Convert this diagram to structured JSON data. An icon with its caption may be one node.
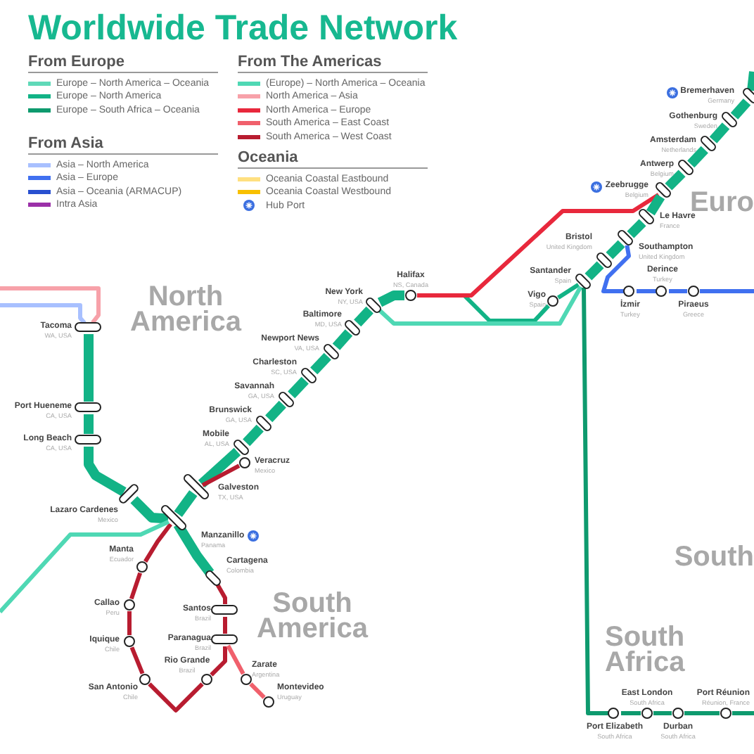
{
  "diagram": {
    "title": "Worldwide Trade Network",
    "nodes": [
      {
        "text": [
          "Tacoma"
        ],
        "beside": [
          "WA, USA"
        ]
      },
      {
        "text": [
          "Port Hueneme"
        ],
        "beside": [
          "CA, USA"
        ]
      },
      {
        "text": [
          "Long Beach"
        ],
        "beside": [
          "CA, USA"
        ]
      },
      {
        "text": [
          "Lazaro Cardenes"
        ],
        "beside": [
          "Mexico"
        ]
      },
      {
        "text": [
          "New York"
        ],
        "beside": [
          "NY, USA"
        ]
      },
      {
        "text": [
          "Baltimore"
        ],
        "beside": [
          "MD, USA"
        ]
      },
      {
        "text": [
          "Newport News"
        ],
        "beside": [
          "VA, USA"
        ]
      },
      {
        "text": [
          "Charleston"
        ],
        "beside": [
          "SC, USA"
        ]
      },
      {
        "text": [
          "Savannah"
        ],
        "beside": [
          "GA, USA"
        ]
      },
      {
        "text": [
          "Brunswick"
        ],
        "beside": [
          "GA, USA"
        ]
      },
      {
        "text": [
          "Mobile"
        ],
        "beside": [
          "AL, USA"
        ]
      },
      {
        "text": [
          "Veracruz"
        ],
        "beside": [
          "Mexico"
        ]
      },
      {
        "text": [
          "Galveston"
        ],
        "beside": [
          "TX, USA"
        ]
      },
      {
        "text": [
          "Manzanillo"
        ],
        "beside": [
          "Panama"
        ]
      },
      {
        "text": [
          "Manta"
        ],
        "beside": [
          "Ecuador"
        ]
      },
      {
        "text": [
          "Cartagena"
        ],
        "beside": [
          "Colombia"
        ]
      },
      {
        "text": [
          "Callao"
        ],
        "beside": [
          "Peru"
        ]
      },
      {
        "text": [
          "Santos"
        ],
        "beside": [
          "Brazil"
        ]
      },
      {
        "text": [
          "Iquique"
        ],
        "beside": [
          "Chile"
        ]
      },
      {
        "text": [
          "Paranagua"
        ],
        "beside": [
          "Brazil"
        ]
      },
      {
        "text": [
          "San Antonio"
        ],
        "beside": [
          "Chile"
        ]
      },
      {
        "text": [
          "Rio Grande"
        ],
        "beside": [
          "Brazil"
        ]
      },
      {
        "text": [
          "Zarate"
        ],
        "beside": [
          "Argentina"
        ]
      },
      {
        "text": [
          "Montevideo"
        ],
        "beside": [
          "Uruguay"
        ]
      },
      {
        "text": [
          "Halifax"
        ],
        "beside": [
          "NS, Canada"
        ]
      },
      {
        "text": [
          "Vigo"
        ],
        "beside": [
          "Spain"
        ]
      },
      {
        "text": [
          "Santander"
        ],
        "beside": [
          "Spain"
        ]
      },
      {
        "text": [
          "Bristol"
        ],
        "beside": [
          "United Kingdom"
        ]
      },
      {
        "text": [
          "Southampton"
        ],
        "beside": [
          "United Kingdom"
        ]
      },
      {
        "text": [
          "Le Havre"
        ],
        "beside": [
          "France"
        ]
      },
      {
        "text": [
          "Zeebrugge"
        ],
        "beside": [
          "Belgium"
        ]
      },
      {
        "text": [
          "Antwerp"
        ],
        "beside": [
          "Belgium"
        ]
      },
      {
        "text": [
          "Amsterdam"
        ],
        "beside": [
          "Netherlands"
        ]
      },
      {
        "text": [
          "Gothenburg"
        ],
        "beside": [
          "Sweden"
        ]
      },
      {
        "text": [
          "Bremerhaven"
        ],
        "beside": [
          "Germany"
        ]
      },
      {
        "text": [
          "İzmir"
        ],
        "beside": [
          "Turkey"
        ]
      },
      {
        "text": [
          "Derince"
        ],
        "beside": [
          "Turkey"
        ]
      },
      {
        "text": [
          "Piraeus"
        ],
        "beside": [
          "Greece"
        ]
      },
      {
        "text": [
          "Port Elizabeth"
        ],
        "beside": [
          "South Africa"
        ]
      },
      {
        "text": [
          "East London"
        ],
        "beside": [
          "South Africa"
        ]
      },
      {
        "text": [
          "Durban"
        ],
        "beside": [
          "South Africa"
        ]
      },
      {
        "text": [
          "Port Réunion"
        ],
        "beside": [
          "Réunion, France"
        ]
      }
    ],
    "edges": [
      {
        "from": null,
        "to": 0,
        "arrow": "none",
        "color": "#f7a1a9"
      },
      {
        "from": null,
        "to": 0,
        "arrow": "none",
        "color": "#a8c0ff"
      },
      {
        "from": 0,
        "to": 1,
        "arrow": "none",
        "style": "thick"
      },
      {
        "from": 1,
        "to": 2,
        "arrow": "none",
        "style": "thick"
      },
      {
        "from": 2,
        "to": 3,
        "arrow": "none",
        "style": "thick"
      },
      {
        "from": 3,
        "to": 13,
        "arrow": "none",
        "style": "thick"
      },
      {
        "from": 4,
        "to": 5,
        "arrow": "none",
        "style": "thick"
      },
      {
        "from": 5,
        "to": 6,
        "arrow": "none",
        "style": "thick"
      },
      {
        "from": 6,
        "to": 7,
        "arrow": "none",
        "style": "thick"
      },
      {
        "from": 7,
        "to": 8,
        "arrow": "none",
        "style": "thick"
      },
      {
        "from": 8,
        "to": 9,
        "arrow": "none",
        "style": "thick"
      },
      {
        "from": 9,
        "to": 10,
        "arrow": "none",
        "style": "thick"
      },
      {
        "from": 10,
        "to": 12,
        "arrow": "none",
        "style": "thick"
      },
      {
        "from": 12,
        "to": 11,
        "arrow": "none",
        "color": "#b81c30"
      },
      {
        "from": 12,
        "to": 13,
        "arrow": "none",
        "style": "thick"
      },
      {
        "from": 13,
        "to": 15,
        "arrow": "none",
        "style": "thick"
      },
      {
        "from": 13,
        "to": 14,
        "arrow": "none",
        "color": "#b81c30"
      },
      {
        "from": 14,
        "to": 16,
        "arrow": "none",
        "color": "#b81c30"
      },
      {
        "from": 16,
        "to": 18,
        "arrow": "none",
        "color": "#b81c30"
      },
      {
        "from": 18,
        "to": 20,
        "arrow": "none",
        "color": "#b81c30"
      },
      {
        "from": 20,
        "to": 21,
        "arrow": "none",
        "color": "#b81c30"
      },
      {
        "from": 21,
        "to": 19,
        "arrow": "none",
        "color": "#b81c30"
      },
      {
        "from": 19,
        "to": 17,
        "arrow": "none",
        "color": "#b81c30"
      },
      {
        "from": 17,
        "to": 15,
        "arrow": "none",
        "color": "#b81c30"
      },
      {
        "from": 19,
        "to": 22,
        "arrow": "none",
        "color": "#f0606c"
      },
      {
        "from": 22,
        "to": 23,
        "arrow": "none",
        "color": "#f0606c"
      },
      {
        "from": 13,
        "to": null,
        "arrow": "none",
        "color": "#4fd8b4"
      },
      {
        "from": 4,
        "to": 24,
        "arrow": "none",
        "style": "thick"
      },
      {
        "from": 24,
        "to": 25,
        "arrow": "none"
      },
      {
        "from": 24,
        "to": 30,
        "arrow": "none",
        "color": "#e8283c"
      },
      {
        "from": 25,
        "to": 26,
        "arrow": "none"
      },
      {
        "from": 4,
        "to": 26,
        "arrow": "none",
        "color": "#4fd8b4"
      },
      {
        "from": 26,
        "to": 27,
        "arrow": "none",
        "style": "thick"
      },
      {
        "from": 27,
        "to": 28,
        "arrow": "none",
        "style": "thick"
      },
      {
        "from": 28,
        "to": 29,
        "arrow": "none",
        "style": "thick"
      },
      {
        "from": 29,
        "to": 30,
        "arrow": "none",
        "style": "thick"
      },
      {
        "from": 30,
        "to": 31,
        "arrow": "none",
        "style": "thick"
      },
      {
        "from": 31,
        "to": 32,
        "arrow": "none",
        "style": "thick"
      },
      {
        "from": 32,
        "to": 33,
        "arrow": "none",
        "style": "thick"
      },
      {
        "from": 33,
        "to": 34,
        "arrow": "none",
        "style": "thick"
      },
      {
        "from": 34,
        "to": null,
        "arrow": "none",
        "style": "thick"
      },
      {
        "from": 26,
        "to": 38,
        "arrow": "none",
        "color": "#0e9a6e"
      },
      {
        "from": 38,
        "to": 39,
        "arrow": "none",
        "color": "#0e9a6e"
      },
      {
        "from": 39,
        "to": 40,
        "arrow": "none",
        "color": "#0e9a6e"
      },
      {
        "from": 40,
        "to": 41,
        "arrow": "none",
        "color": "#0e9a6e"
      },
      {
        "from": 41,
        "to": null,
        "arrow": "none",
        "color": "#0e9a6e"
      },
      {
        "from": 28,
        "to": 35,
        "arrow": "none",
        "color": "#4070f0"
      },
      {
        "from": 35,
        "to": 36,
        "arrow": "none",
        "color": "#4070f0"
      },
      {
        "from": 36,
        "to": 37,
        "arrow": "none",
        "color": "#4070f0"
      },
      {
        "from": 37,
        "to": null,
        "arrow": "none",
        "color": "#4070f0"
      }
    ],
    "labels": [
      "From Europe",
      "From The Americas",
      "From Asia",
      "Oceania",
      "North America",
      "Euro",
      "South America",
      "South",
      "South Africa"
    ],
    "legend": [
      {
        "text": "Europe – North America – Oceania",
        "color": "#5fd9b8"
      },
      {
        "text": "Europe – North America",
        "color": "#12b386"
      },
      {
        "text": "Europe – South Africa – Oceania",
        "color": "#0e9a6e"
      },
      {
        "text": "(Europe) – North America – Oceania",
        "color": "#4fd8b4"
      },
      {
        "text": "North America – Asia",
        "color": "#f7a1a9"
      },
      {
        "text": "North America – Europe",
        "color": "#e8283c"
      },
      {
        "text": "South America – East Coast",
        "color": "#f0606c"
      },
      {
        "text": "South America – West Coast",
        "color": "#b81c30"
      },
      {
        "text": "Asia – North America",
        "color": "#a8c0ff"
      },
      {
        "text": "Asia – Europe",
        "color": "#4070f0"
      },
      {
        "text": "Asia – Oceania (ARMACUP)",
        "color": "#2850d0"
      },
      {
        "text": "Intra Asia",
        "color": "#9b30a8"
      },
      {
        "text": "Oceania Coastal Eastbound",
        "color": "#ffe080"
      },
      {
        "text": "Oceania Coastal Westbound",
        "color": "#f8c000"
      },
      {
        "text": "Hub Port"
      }
    ]
  }
}
